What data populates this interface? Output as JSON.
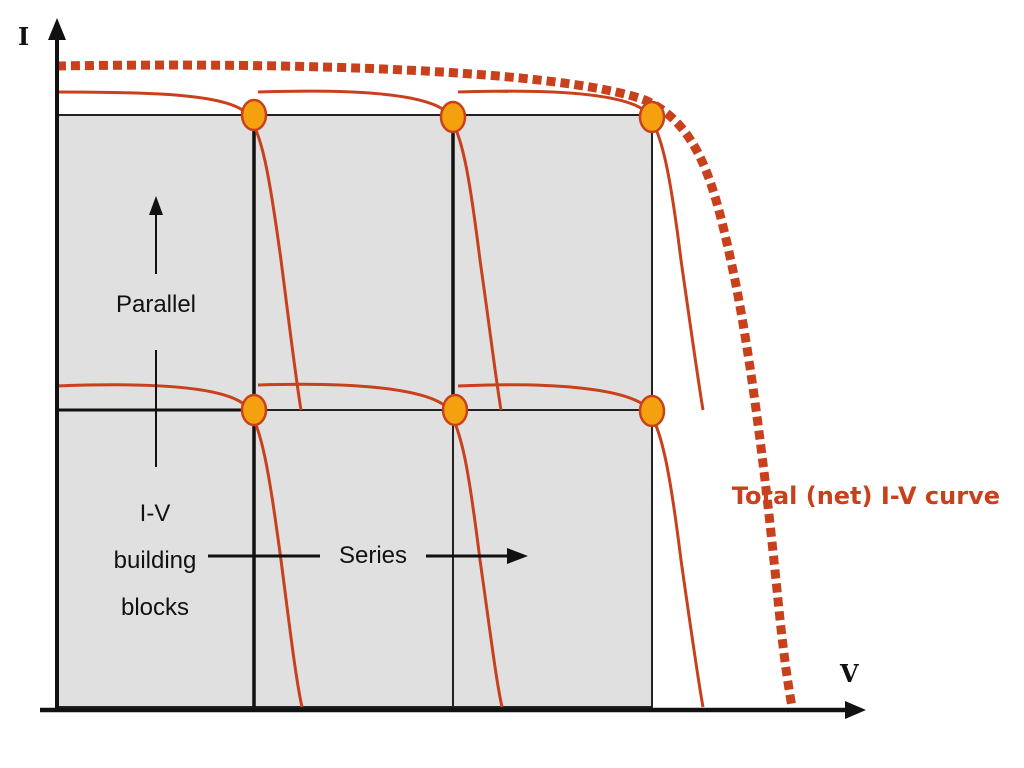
{
  "axes": {
    "y_label": "I",
    "x_label": "V"
  },
  "labels": {
    "parallel": "Parallel",
    "series": "Series",
    "building_blocks_line1": "I-V",
    "building_blocks_line2": "building",
    "building_blocks_line3": "blocks",
    "total_curve": "Total (net) I-V curve"
  },
  "colors": {
    "curve": "#c8401c",
    "total_curve": "#c8401c",
    "block_fill": "#e0e0e0",
    "block_stroke": "#222222",
    "mpp_fill": "#f5a00f",
    "mpp_stroke": "#c8401c",
    "axis": "#111111",
    "total_label": "#c8401c"
  }
}
